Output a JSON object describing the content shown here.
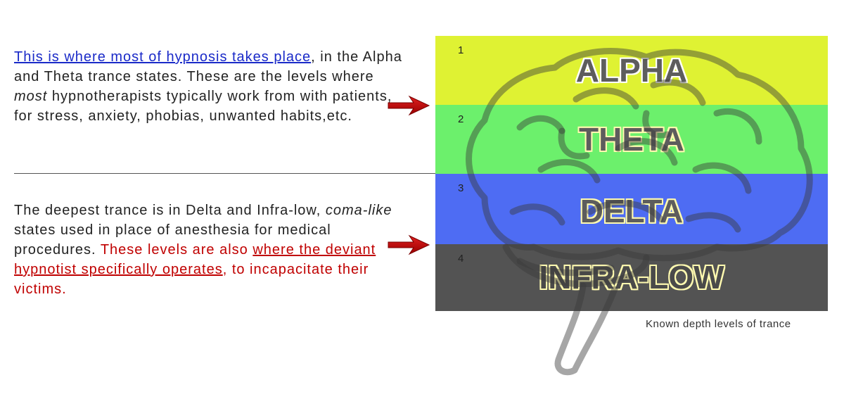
{
  "text": {
    "p1_link": "This is where most of hypnosis takes place",
    "p1_comma": ",",
    "p1_a": " in the Alpha and Theta trance states. These are the levels where ",
    "p1_em": "most",
    "p1_b": " hypnotherapists typically work from with patients, for stress, anxiety, phobias, unwanted habits,etc.",
    "p2_a": "The deepest trance is in Delta and Infra-low, ",
    "p2_em": "coma-like",
    "p2_b": " states used in place of anesthesia for medical procedures. ",
    "p2_red": "These levels are also ",
    "p2_redlink": "where the deviant hypnotist specifically operates",
    "p2_redend": ", to incapacitate their victims."
  },
  "bands": [
    {
      "num": "1",
      "label": "ALPHA",
      "color": "#dff233"
    },
    {
      "num": "2",
      "label": "THETA",
      "color": "#6cf06c"
    },
    {
      "num": "3",
      "label": "DELTA",
      "color": "#4e6cf3"
    },
    {
      "num": "4",
      "label": "INFRA-LOW",
      "color": "#535353"
    }
  ],
  "caption": "Known depth levels of trance",
  "colors": {
    "link_blue": "#1a2ac8",
    "accent_red": "#c00000",
    "arrow_red": "#c00000"
  },
  "icons": {
    "arrow": "right-arrow-icon",
    "brain": "brain-outline-icon"
  }
}
